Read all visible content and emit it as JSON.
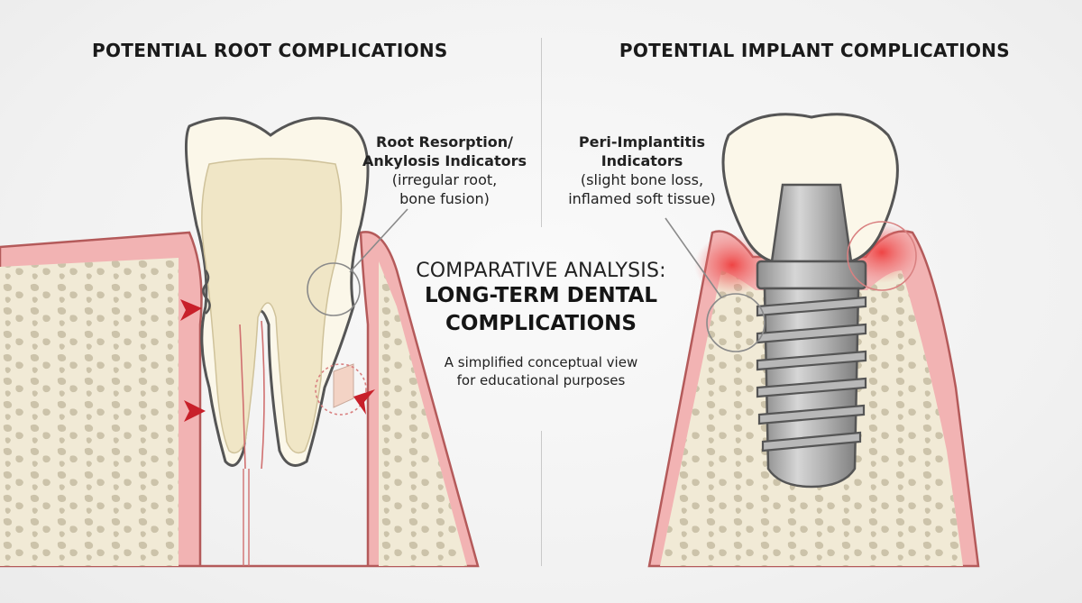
{
  "headings": {
    "left": "POTENTIAL ROOT COMPLICATIONS",
    "right": "POTENTIAL IMPLANT COMPLICATIONS"
  },
  "callouts": {
    "root": {
      "title_line1": "Root Resorption/",
      "title_line2": "Ankylosis Indicators",
      "detail_line1": "(irregular root,",
      "detail_line2": "bone fusion)"
    },
    "implant": {
      "title_line1": "Peri-Implantitis",
      "title_line2": "Indicators",
      "detail_line1": "(slight bone loss,",
      "detail_line2": "inflamed soft tissue)"
    }
  },
  "center": {
    "title_line1": "COMPARATIVE ANALYSIS:",
    "title_line2": "LONG-TERM DENTAL",
    "title_line3": "COMPLICATIONS",
    "caption_line1": "A simplified conceptual view",
    "caption_line2": "for educational purposes"
  },
  "colors": {
    "gum": "#f2b3b3",
    "bone": "#f1ead6",
    "enamel": "#fbf7e9",
    "dentin": "#f0e6c6",
    "implant_metal": "#a8a8a8",
    "inflammation": "#e53b3b",
    "marker": "#c8202a"
  },
  "icons": {
    "resorption_marker": "red-arrowhead-icon",
    "highlight": "magnifier-circle-icon"
  }
}
